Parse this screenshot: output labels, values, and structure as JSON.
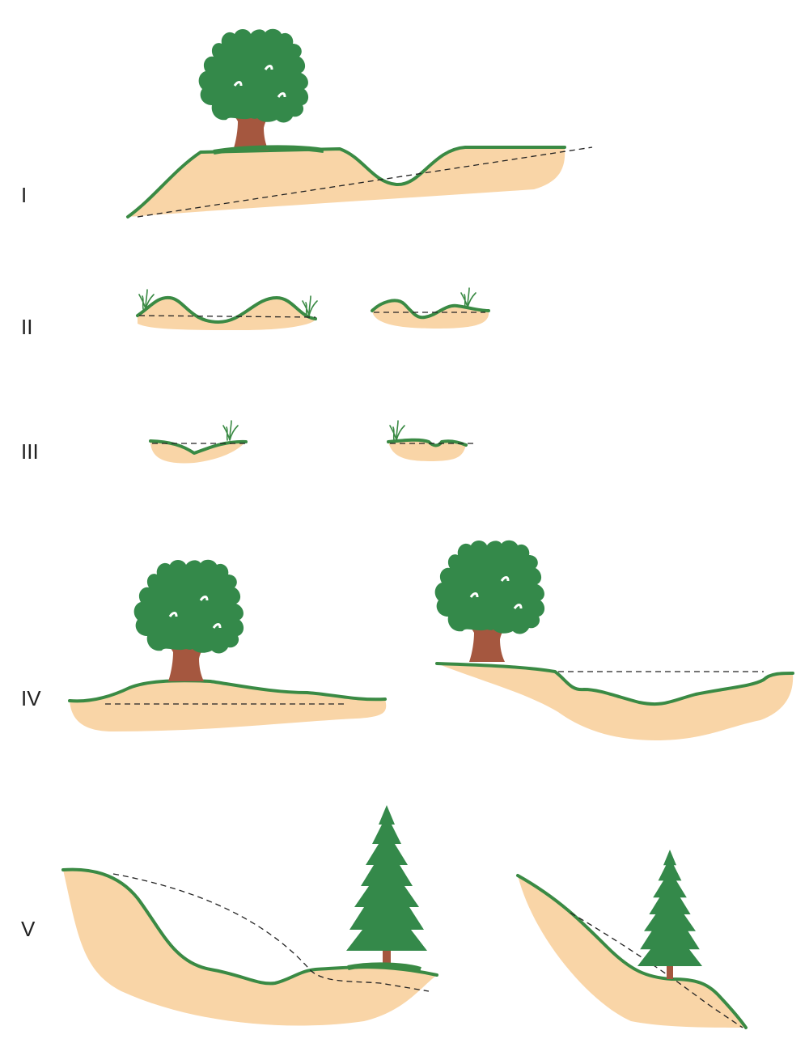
{
  "rows": [
    {
      "label": "I"
    },
    {
      "label": "II"
    },
    {
      "label": "III"
    },
    {
      "label": "IV"
    },
    {
      "label": "V"
    }
  ],
  "colors": {
    "soil": "#f9d5a7",
    "ground_line": "#3a8a44",
    "foliage": "#34894a",
    "trunk": "#a5573f",
    "reference_line": "#222222"
  },
  "icons": [
    "deciduous-tree-icon",
    "conifer-tree-icon",
    "grass-tuft-icon"
  ]
}
